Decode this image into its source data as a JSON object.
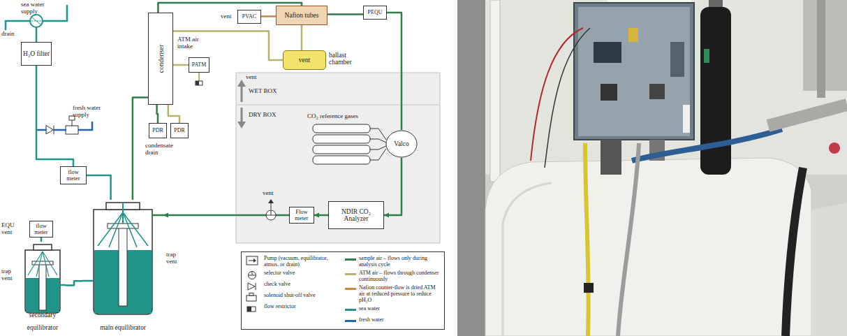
{
  "diagram": {
    "nodes": [
      {
        "text": [
          "H₂O filter"
        ]
      },
      {
        "text": [
          "flow meter"
        ]
      },
      {
        "text": [
          "flow meter"
        ]
      },
      {
        "text": [
          "secondary equilibrator"
        ]
      },
      {
        "text": [
          "main equilibrator"
        ]
      },
      {
        "text": [
          "condenser"
        ]
      },
      {
        "text": [
          "PDR"
        ]
      },
      {
        "text": [
          "PDR"
        ]
      },
      {
        "text": [
          "PATM"
        ]
      },
      {
        "text": [
          "PVAC"
        ]
      },
      {
        "text": [
          "Nafion tubes"
        ]
      },
      {
        "text": [
          "PEQU"
        ]
      },
      {
        "text": [
          "vent",
          "ballast chamber"
        ]
      },
      {
        "text": [
          "Valco"
        ]
      },
      {
        "text": [
          "NDIR CO₂ Analyzer"
        ]
      },
      {
        "text": [
          "Flow meter"
        ]
      }
    ],
    "edges": [
      {
        "from": 0,
        "to": 1,
        "arrow": "none"
      },
      {
        "from": 1,
        "to": 4,
        "arrow": "none"
      },
      {
        "from": 4,
        "to": 3,
        "arrow": "none"
      },
      {
        "from": 2,
        "to": 3,
        "arrow": "none"
      },
      {
        "from": 4,
        "to": 5,
        "arrow": "none"
      },
      {
        "from": 5,
        "to": 6,
        "arrow": "none"
      },
      {
        "from": 5,
        "to": 7,
        "arrow": "none"
      },
      {
        "from": 8,
        "to": 5,
        "arrow": "none"
      },
      {
        "from": 5,
        "to": 10,
        "arrow": "none"
      },
      {
        "from": 10,
        "to": 11,
        "arrow": "none"
      },
      {
        "from": 11,
        "to": 13,
        "arrow": "none"
      },
      {
        "from": 10,
        "to": 9,
        "arrow": "none"
      },
      {
        "from": 10,
        "to": 12,
        "arrow": "none"
      },
      {
        "from": 5,
        "to": 12,
        "arrow": "none"
      },
      {
        "from": 13,
        "to": 14,
        "arrow": "to"
      },
      {
        "from": 14,
        "to": 15,
        "arrow": "to"
      },
      {
        "from": 15,
        "to": 4,
        "arrow": "to"
      }
    ],
    "labels": [
      "sea water supply",
      "drain",
      "fresh water supply",
      "EQU vent",
      "trap vent",
      "trap vent",
      "condensate drain",
      "ATM air intake",
      "vent",
      "vent",
      "WET BOX",
      "DRY BOX",
      "CO₂ reference gases",
      "vent"
    ],
    "legend": [
      {
        "text": "Pump (vacuum, equilibrator, atmos. or drain)"
      },
      {
        "text": "selector valve"
      },
      {
        "text": "check valve"
      },
      {
        "text": "solenoid shut-off valve"
      },
      {
        "text": "flow restrictor"
      },
      {
        "text": "sample air – flows only during analysis cycle",
        "color": "#2f7d4a"
      },
      {
        "text": "ATM air – flows through condenser continuously",
        "color": "#b9b26e"
      },
      {
        "text": "Nafion counter-flow is dried ATM air at reduced pressure to reduce pH₂O",
        "color": "#c98745"
      },
      {
        "text": "sea water",
        "color": "#1f9488"
      },
      {
        "text": "fresh water",
        "color": "#2366b0"
      }
    ]
  }
}
